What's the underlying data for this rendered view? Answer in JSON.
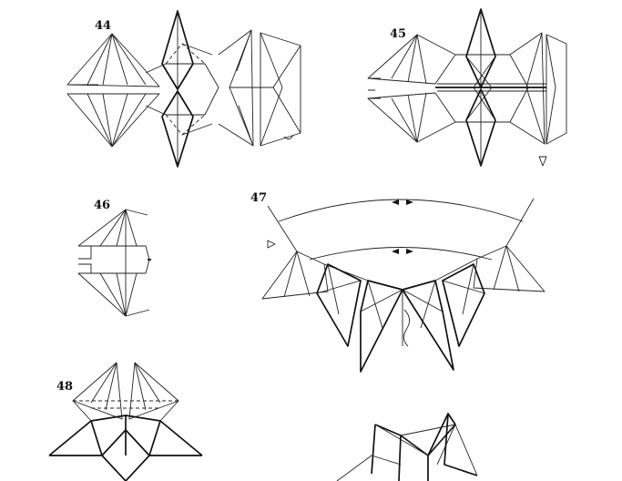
{
  "steps": [
    {
      "id": "44",
      "label": "44"
    },
    {
      "id": "45",
      "label": "45"
    },
    {
      "id": "46",
      "label": "46"
    },
    {
      "id": "47",
      "label": "47"
    },
    {
      "id": "48",
      "label": "48"
    }
  ],
  "colors": {
    "line": "#222222",
    "background": "#ffffff"
  },
  "symbols": [
    "fold-arrow",
    "turn-over-symbol",
    "valley-fold-dashed-line"
  ]
}
